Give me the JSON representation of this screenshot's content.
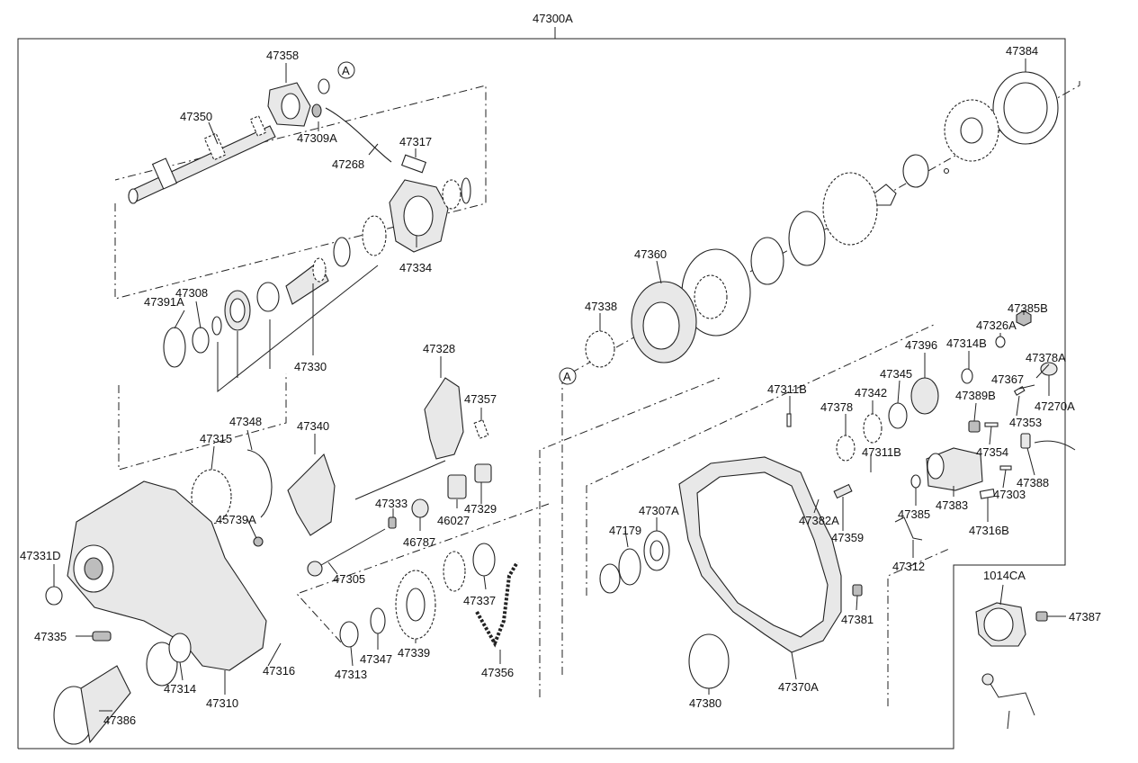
{
  "assembly": "47300A",
  "callout_ref": "A",
  "parts": [
    "47358",
    "47350",
    "47309A",
    "47268",
    "47317",
    "47334",
    "47330",
    "47391A",
    "47308",
    "47328",
    "47357",
    "47348",
    "47315",
    "47340",
    "47333",
    "46787",
    "46027",
    "47329",
    "45739A",
    "47331D",
    "47305",
    "47337",
    "47335",
    "47339",
    "47356",
    "47313",
    "47347",
    "47316",
    "47314",
    "47310",
    "47386",
    "47384",
    "47360",
    "47338",
    "47385B",
    "47326A",
    "47396",
    "47314B",
    "47378A",
    "47367",
    "47270A",
    "47311B",
    "47345",
    "47342",
    "47389B",
    "47378",
    "47353",
    "47354",
    "47388",
    "47303",
    "47383",
    "47385",
    "47382A",
    "47179",
    "47307A",
    "47359",
    "47316B",
    "47312",
    "1014CA",
    "47387",
    "47381",
    "47380",
    "47370A"
  ]
}
